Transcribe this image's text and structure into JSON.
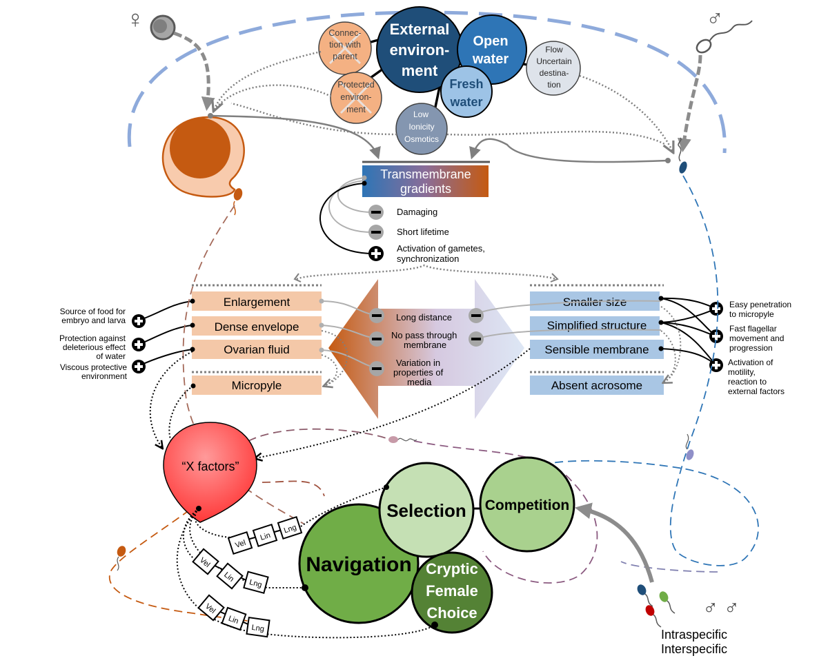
{
  "symbols": {
    "female": "♀",
    "male": "♂",
    "males": "♂ ♂"
  },
  "environment": {
    "external": [
      "External",
      "environ-",
      "ment"
    ],
    "open_water": [
      "Open",
      "water"
    ],
    "fresh_water": [
      "Fresh",
      "water"
    ],
    "connection_with_parent": [
      "Connec-",
      "tion with",
      "parent"
    ],
    "protected_environment": [
      "Protected",
      "environ-",
      "ment"
    ],
    "flow": [
      "Flow",
      "Uncertain",
      "destina-",
      "tion"
    ],
    "low_ionicity": [
      "Low",
      "Ionicity",
      "Osmotics"
    ]
  },
  "gradients": {
    "title": [
      "Transmembrane",
      "gradients"
    ],
    "effects": [
      {
        "sign": "−",
        "label": [
          "Damaging"
        ]
      },
      {
        "sign": "−",
        "label": [
          "Short lifetime"
        ]
      },
      {
        "sign": "+",
        "label": [
          "Activation of gametes,",
          "synchronization"
        ]
      }
    ]
  },
  "egg_traits": [
    "Enlargement",
    "Dense envelope",
    "Ovarian fluid",
    "Micropyle"
  ],
  "sperm_traits": [
    "Smaller size",
    "Simplified structure",
    "Sensible membrane",
    "Absent acrosome"
  ],
  "egg_benefits": [
    [
      "Source of food for",
      "embryo and larva"
    ],
    [
      "Protection against",
      "deleterious effect",
      "of water"
    ],
    [
      "Viscous protective",
      "environment"
    ]
  ],
  "sperm_benefits": [
    [
      "Easy penetration",
      "to micropyle"
    ],
    [
      "Fast flagellar",
      "movement and",
      "progression"
    ],
    [
      "Activation of",
      "motility,",
      "reaction to",
      "external factors"
    ]
  ],
  "middle_effects": [
    [
      "Long distance"
    ],
    [
      "No pass through",
      "membrane"
    ],
    [
      "Variation in",
      "properties of",
      "media"
    ]
  ],
  "x_factors": "“X factors”",
  "motility_params": [
    "Vel",
    "Lin",
    "Lng"
  ],
  "processes": {
    "selection": "Selection",
    "competition": "Competition",
    "navigation": "Navigation",
    "cryptic": [
      "Cryptic",
      "Female",
      "Choice"
    ]
  },
  "species": [
    "Intraspecific",
    "Interspecific"
  ],
  "colors": {
    "egg": "#c55a11",
    "egg_light": "#f8cbad",
    "egg_bar": "#f4c8a8",
    "sperm_bar": "#a9c6e4",
    "sperm_blue": "#1f4e79",
    "dark_blue": "#1f4e79",
    "mid_blue": "#2e75b6",
    "light_blue": "#9dc3e6",
    "x_factor_red": "#ff5050",
    "green_dark": "#548235",
    "green_mid": "#70ad47",
    "green_light": "#c5e0b4"
  }
}
